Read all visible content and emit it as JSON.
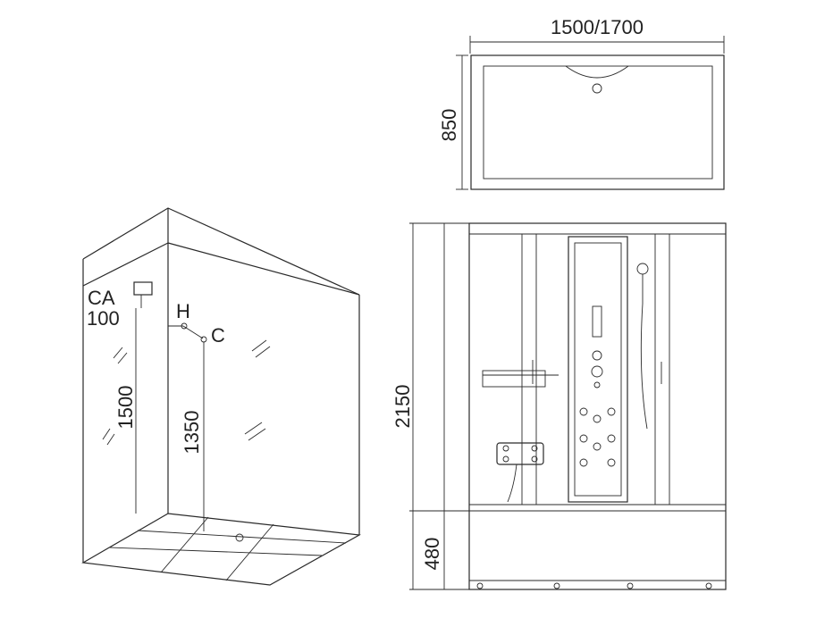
{
  "top_view": {
    "width_label": "1500/1700",
    "depth_label": "850"
  },
  "perspective_view": {
    "ca_label": "CA",
    "ca_value": "100",
    "hot_label": "H",
    "cold_label": "C",
    "tray_height_label": "1500",
    "valve_height_label": "1350"
  },
  "front_view": {
    "total_height_label": "2150",
    "base_height_label": "480"
  },
  "colors": {
    "line": "#2a2a2a",
    "background": "#ffffff"
  }
}
